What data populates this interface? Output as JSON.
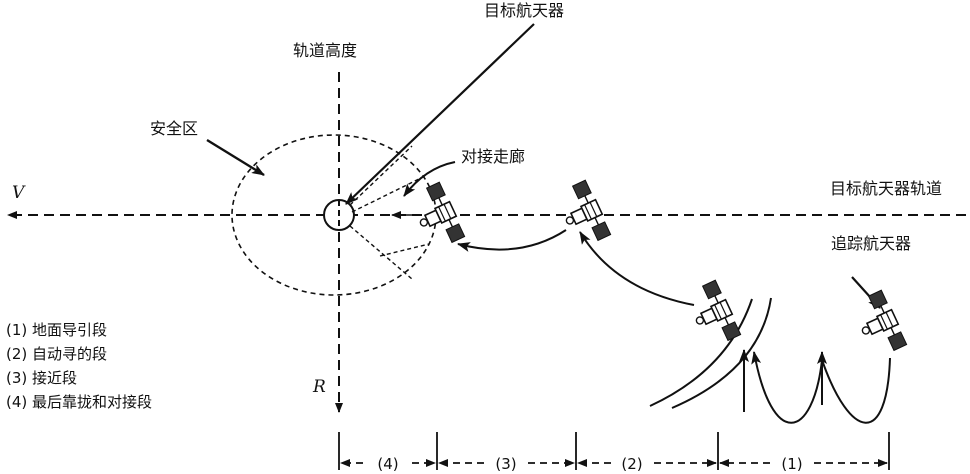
{
  "labels": {
    "target_spacecraft": "目标航天器",
    "orbit_altitude": "轨道高度",
    "safety_zone": "安全区",
    "docking_corridor": "对接走廊",
    "target_orbit": "目标航天器轨道",
    "chaser_spacecraft": "追踪航天器",
    "axis_v": "V",
    "axis_r": "R"
  },
  "legend": [
    {
      "num": "(1)",
      "text": "地面导引段"
    },
    {
      "num": "(2)",
      "text": "自动寻的段"
    },
    {
      "num": "(3)",
      "text": "接近段"
    },
    {
      "num": "(4)",
      "text": "最后靠拢和对接段"
    }
  ],
  "segments": [
    "(4)",
    "(3)",
    "(2)",
    "(1)"
  ],
  "colors": {
    "ink": "#111111",
    "background": "#ffffff"
  }
}
